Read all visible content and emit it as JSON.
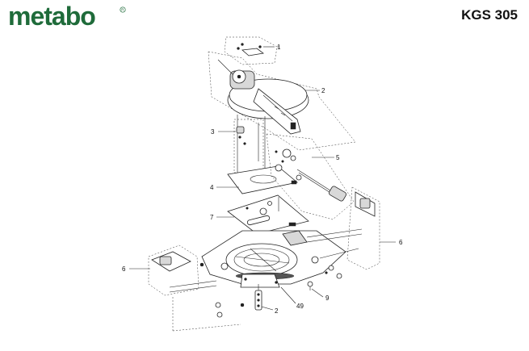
{
  "header": {
    "brand": "metabo",
    "brand_color": "#1f6b3a",
    "model": "KGS 305"
  },
  "callouts": [
    {
      "id": "c1",
      "label": "1"
    },
    {
      "id": "c2",
      "label": "2"
    },
    {
      "id": "c3",
      "label": "3"
    },
    {
      "id": "c4",
      "label": "4"
    },
    {
      "id": "c5",
      "label": "5"
    },
    {
      "id": "c6r",
      "label": "6"
    },
    {
      "id": "c6l",
      "label": "6"
    },
    {
      "id": "c7",
      "label": "7"
    },
    {
      "id": "c2b",
      "label": "2"
    },
    {
      "id": "c49",
      "label": "49"
    },
    {
      "id": "c9",
      "label": "9"
    }
  ]
}
